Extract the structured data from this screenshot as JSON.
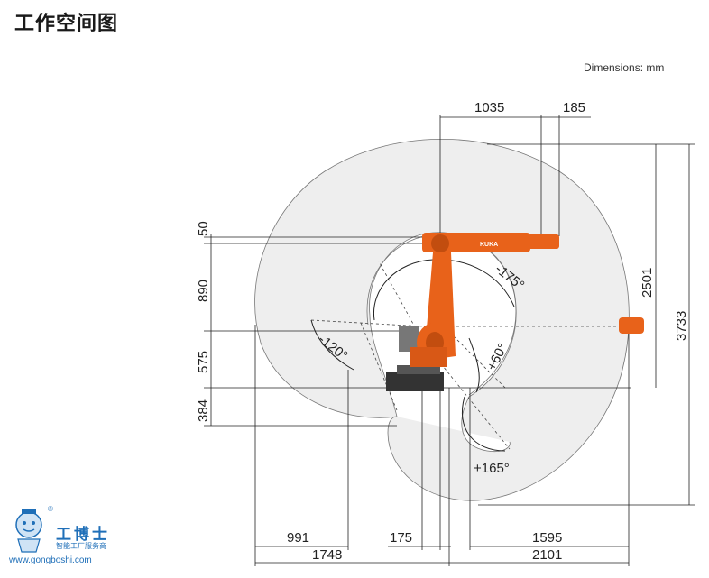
{
  "title": "工作空间图",
  "units_label": "Dimensions: mm",
  "dimensions": {
    "top_1035": "1035",
    "top_185": "185",
    "left_50": "50",
    "left_890": "890",
    "left_575": "575",
    "left_384": "384",
    "right_2501": "2501",
    "right_3733": "3733",
    "bottom_991": "991",
    "bottom_1748": "1748",
    "bottom_175": "175",
    "bottom_1595": "1595",
    "bottom_2101": "2101"
  },
  "angles": {
    "a_175": "-175°",
    "a_120": "-120°",
    "a_60": "+60°",
    "a_165": "+165°"
  },
  "robot_brand": "KUKA",
  "watermark": {
    "brand": "工博士",
    "subtitle": "智能工厂服务商",
    "website": "www.gongboshi.com",
    "registered": "®"
  },
  "colors": {
    "robot_orange": "#e8621a",
    "workspace_fill": "#eeeeee",
    "line": "#222222",
    "logo_blue": "#1f6fb8"
  }
}
